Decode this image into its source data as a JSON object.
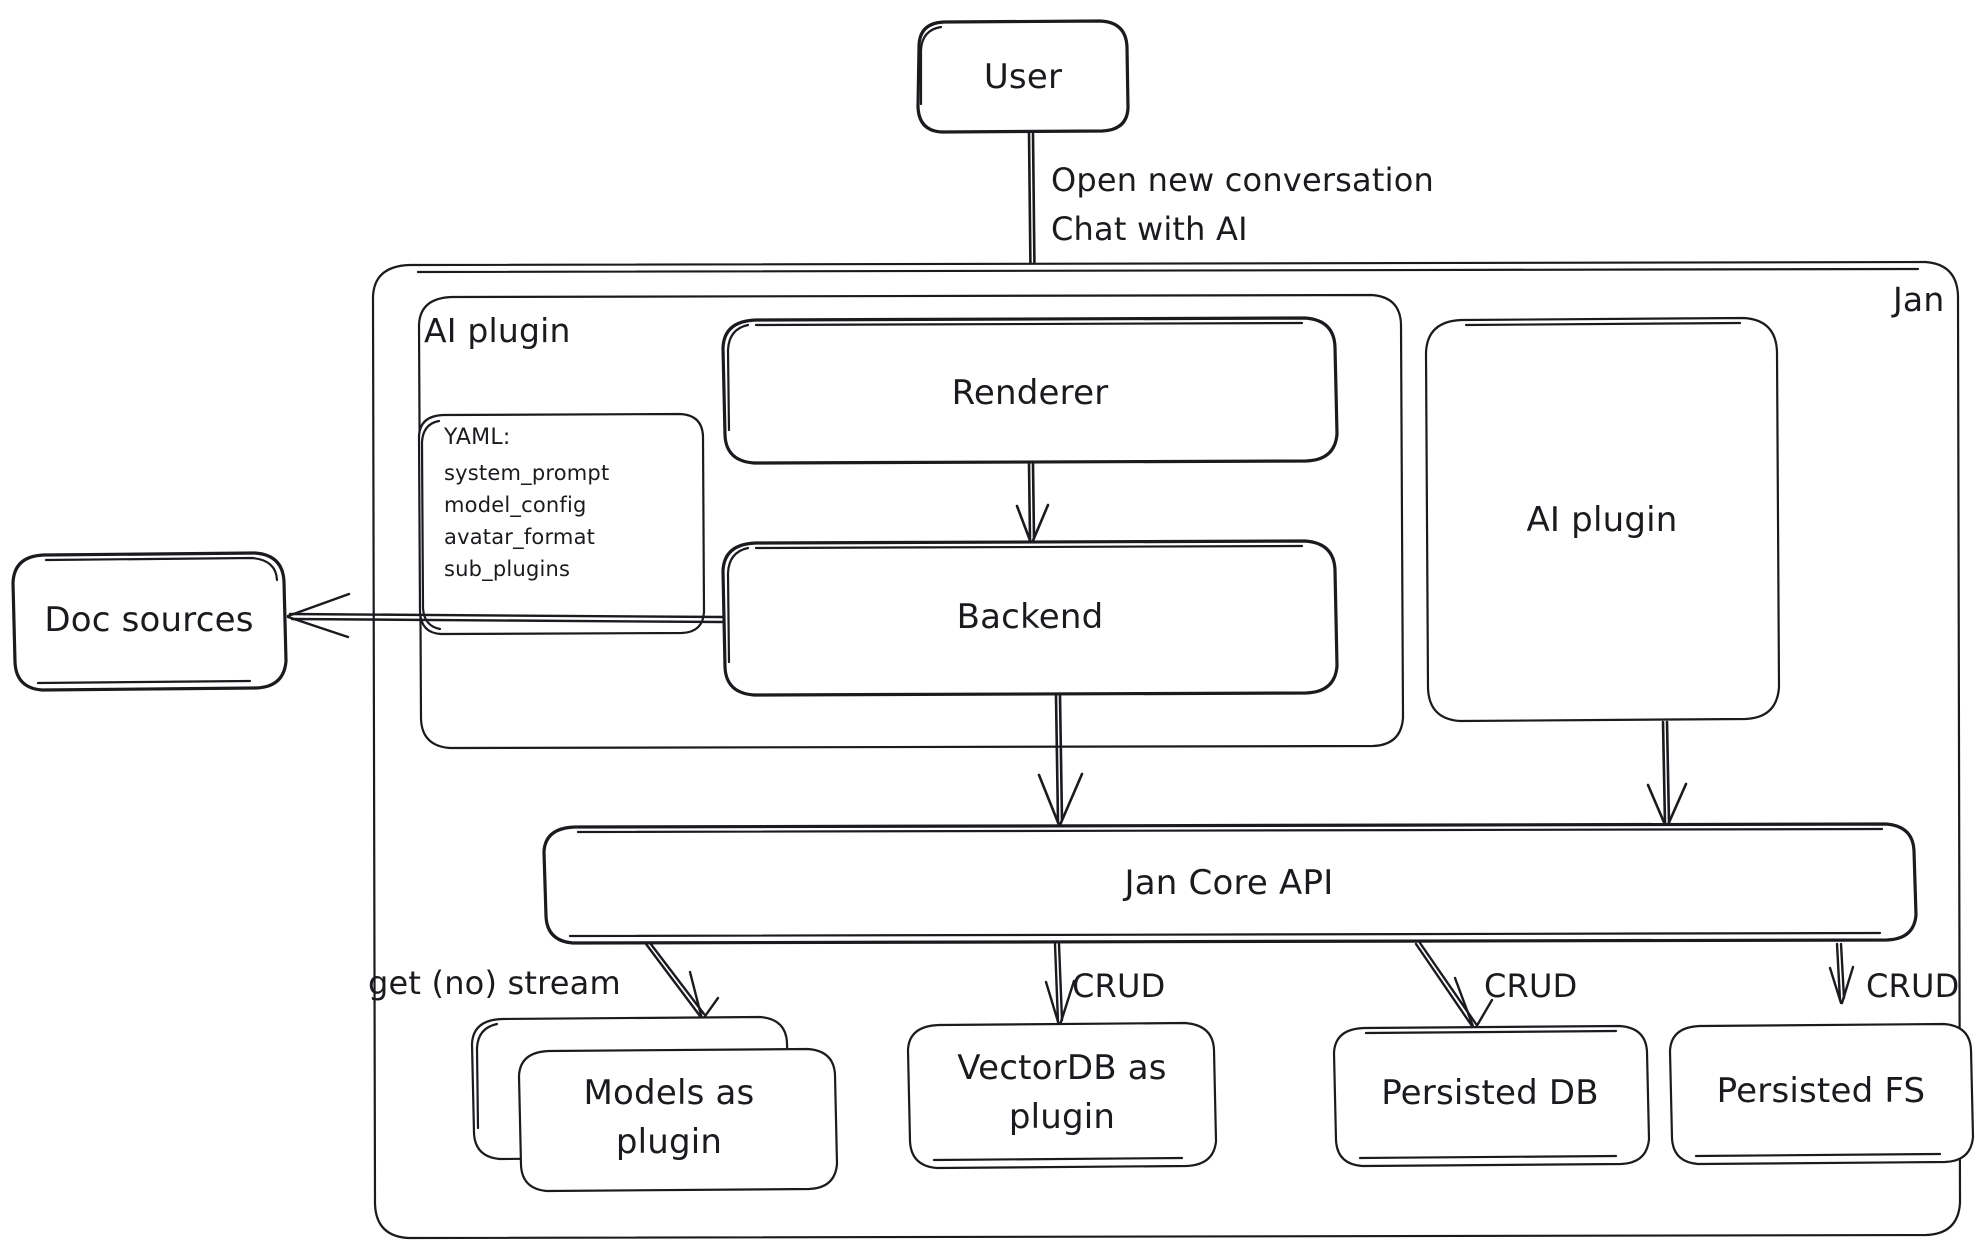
{
  "diagram": {
    "title_visible": false,
    "style": "hand-drawn-sketch",
    "stroke_color": "#1b1b1f",
    "background_color": "#ffffff"
  },
  "nodes": {
    "user": {
      "label": "User"
    },
    "jan_container": {
      "label": "Jan"
    },
    "ai_plugin_group": {
      "label": "AI plugin"
    },
    "renderer": {
      "label": "Renderer"
    },
    "backend": {
      "label": "Backend"
    },
    "ai_plugin_box": {
      "label": "AI plugin"
    },
    "jan_core_api": {
      "label": "Jan Core API"
    },
    "doc_sources": {
      "label": "Doc sources"
    },
    "models_plugin": {
      "label_line1": "Models as",
      "label_line2": "plugin"
    },
    "vectordb_plugin": {
      "label_line1": "VectorDB as",
      "label_line2": "plugin"
    },
    "persisted_db": {
      "label": "Persisted DB"
    },
    "persisted_fs": {
      "label": "Persisted FS"
    }
  },
  "yaml_card": {
    "title": "YAML:",
    "keys": [
      "system_prompt",
      "model_config",
      "avatar_format",
      "sub_plugins"
    ]
  },
  "edges": [
    {
      "id": "user-to-renderer",
      "from": "user",
      "to": "renderer",
      "label_line1": "Open new conversation",
      "label_line2": "Chat with AI"
    },
    {
      "id": "renderer-to-backend",
      "from": "renderer",
      "to": "backend",
      "label": ""
    },
    {
      "id": "backend-to-docsources",
      "from": "backend",
      "to": "doc_sources",
      "label": ""
    },
    {
      "id": "backend-to-core",
      "from": "backend",
      "to": "jan_core_api",
      "label": ""
    },
    {
      "id": "aiplugin-to-core",
      "from": "ai_plugin_box",
      "to": "jan_core_api",
      "label": ""
    },
    {
      "id": "core-to-models",
      "from": "jan_core_api",
      "to": "models_plugin",
      "label": "get (no) stream"
    },
    {
      "id": "core-to-vectordb",
      "from": "jan_core_api",
      "to": "vectordb_plugin",
      "label": "CRUD"
    },
    {
      "id": "core-to-persisteddb",
      "from": "jan_core_api",
      "to": "persisted_db",
      "label": "CRUD"
    },
    {
      "id": "core-to-persistedfs",
      "from": "jan_core_api",
      "to": "persisted_fs",
      "label": "CRUD"
    }
  ]
}
